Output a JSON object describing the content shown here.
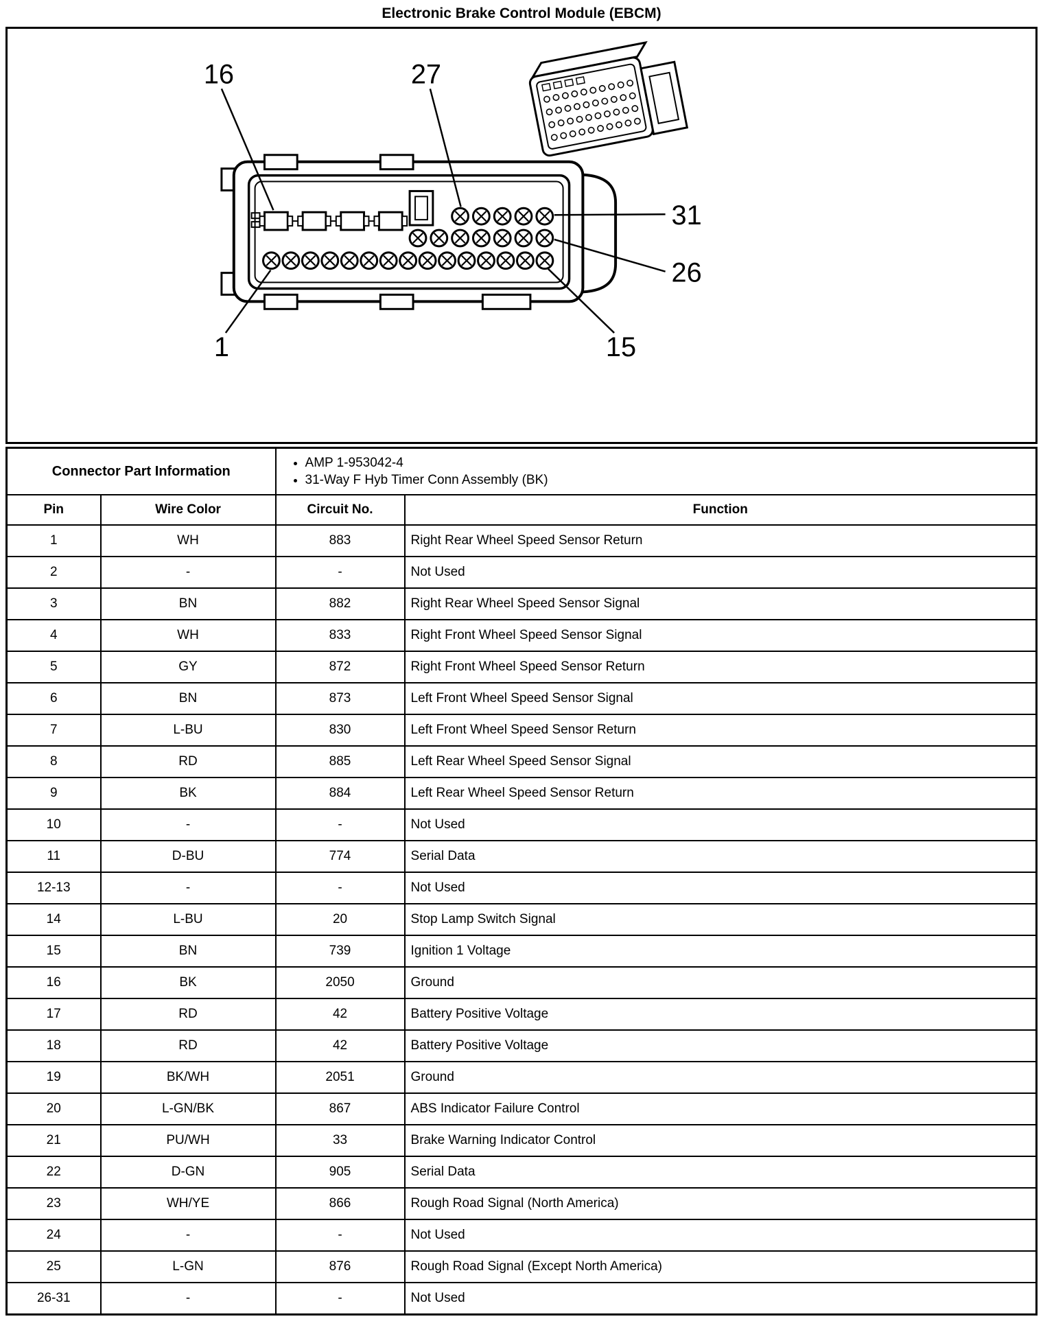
{
  "page_title": "Electronic Brake Control Module (EBCM)",
  "figure": {
    "callouts": {
      "terminal16": "16",
      "pin27": "27",
      "pin31": "31",
      "pin26": "26",
      "pin15": "15",
      "pin1": "1"
    },
    "pin_rows": {
      "top_count": 5,
      "middle_count": 7,
      "bottom_count": 15,
      "terminal_count": 4,
      "iso_hole_rows": 4,
      "iso_hole_cols": 10
    }
  },
  "table": {
    "part_info_label": "Connector Part Information",
    "part_info_items": [
      "AMP 1-953042-4",
      "31-Way F Hyb Timer Conn Assembly (BK)"
    ],
    "columns": [
      "Pin",
      "Wire Color",
      "Circuit No.",
      "Function"
    ],
    "rows": [
      [
        "1",
        "WH",
        "883",
        "Right Rear Wheel Speed Sensor Return"
      ],
      [
        "2",
        "-",
        "-",
        "Not Used"
      ],
      [
        "3",
        "BN",
        "882",
        "Right Rear Wheel Speed Sensor Signal"
      ],
      [
        "4",
        "WH",
        "833",
        "Right Front Wheel Speed Sensor Signal"
      ],
      [
        "5",
        "GY",
        "872",
        "Right Front Wheel Speed Sensor Return"
      ],
      [
        "6",
        "BN",
        "873",
        "Left Front Wheel Speed Sensor Signal"
      ],
      [
        "7",
        "L-BU",
        "830",
        "Left Front Wheel Speed Sensor Return"
      ],
      [
        "8",
        "RD",
        "885",
        "Left Rear Wheel Speed Sensor Signal"
      ],
      [
        "9",
        "BK",
        "884",
        "Left Rear Wheel Speed Sensor Return"
      ],
      [
        "10",
        "-",
        "-",
        "Not Used"
      ],
      [
        "11",
        "D-BU",
        "774",
        "Serial Data"
      ],
      [
        "12-13",
        "-",
        "-",
        "Not Used"
      ],
      [
        "14",
        "L-BU",
        "20",
        "Stop Lamp Switch Signal"
      ],
      [
        "15",
        "BN",
        "739",
        "Ignition 1 Voltage"
      ],
      [
        "16",
        "BK",
        "2050",
        "Ground"
      ],
      [
        "17",
        "RD",
        "42",
        "Battery Positive Voltage"
      ],
      [
        "18",
        "RD",
        "42",
        "Battery Positive Voltage"
      ],
      [
        "19",
        "BK/WH",
        "2051",
        "Ground"
      ],
      [
        "20",
        "L-GN/BK",
        "867",
        "ABS Indicator Failure Control"
      ],
      [
        "21",
        "PU/WH",
        "33",
        "Brake Warning Indicator Control"
      ],
      [
        "22",
        "D-GN",
        "905",
        "Serial Data"
      ],
      [
        "23",
        "WH/YE",
        "866",
        "Rough Road Signal (North America)"
      ],
      [
        "24",
        "-",
        "-",
        "Not Used"
      ],
      [
        "25",
        "L-GN",
        "876",
        "Rough Road Signal (Except North America)"
      ],
      [
        "26-31",
        "-",
        "-",
        "Not Used"
      ]
    ]
  }
}
